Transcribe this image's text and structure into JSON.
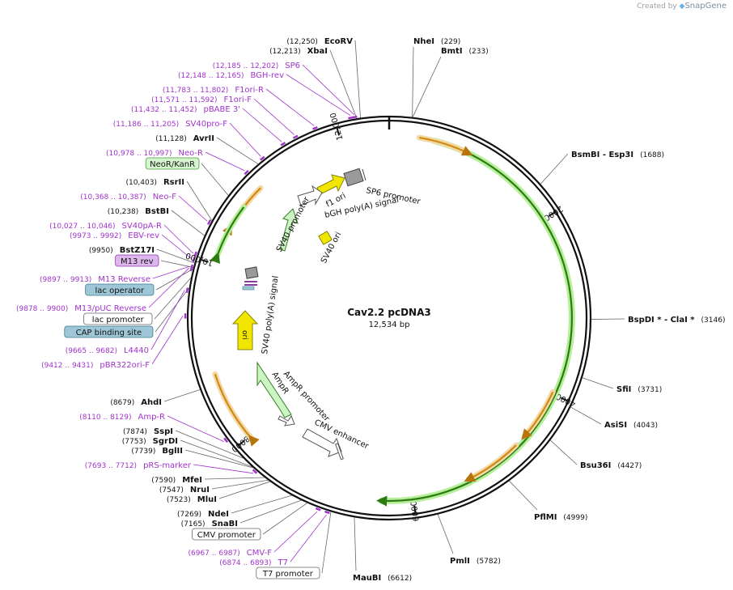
{
  "credit": {
    "prefix": "Created by",
    "brand": "SnapGene"
  },
  "plasmid": {
    "name": "Cav2.2 pcDNA3",
    "length_label": "12,534 bp",
    "total_bp": 12534
  },
  "colors": {
    "site": "#111111",
    "primer": "#a033cc",
    "feature_line": "#666666",
    "backbone": "#111111",
    "green_cds": "#2d7a12",
    "green_halo": "#b6ef9a",
    "orange_arrow": "#d18a10",
    "orange_halo": "#f4d9a8",
    "promoter_fill": "#ffffff",
    "yellow": "#f0e600",
    "light_green": "#ccf5c4",
    "grey_box": "#9a9a9a"
  },
  "ticks": [
    {
      "bp": 2000,
      "label": "2000"
    },
    {
      "bp": 4000,
      "label": "4000"
    },
    {
      "bp": 6000,
      "label": "6000"
    },
    {
      "bp": 8000,
      "label": "8000"
    },
    {
      "bp": 10000,
      "label": "10,000"
    },
    {
      "bp": 12000,
      "label": "12,000"
    }
  ],
  "right_sites": [
    {
      "pos": "(229)",
      "name": "NheI"
    },
    {
      "pos": "(233)",
      "name": "BmtI"
    },
    {
      "pos": "(1688)",
      "name": "BsmBI  - Esp3I"
    },
    {
      "pos": "(3146)",
      "name": "BspDI * - ClaI *"
    },
    {
      "pos": "(3731)",
      "name": "SfiI"
    },
    {
      "pos": "(4043)",
      "name": "AsiSI"
    },
    {
      "pos": "(4427)",
      "name": "Bsu36I"
    },
    {
      "pos": "(4999)",
      "name": "PflMI"
    },
    {
      "pos": "(5782)",
      "name": "PmlI"
    },
    {
      "pos": "(6612)",
      "name": "MauBI"
    }
  ],
  "left_labels": [
    {
      "kind": "site",
      "pos": "(12,250)",
      "name": "EcoRV"
    },
    {
      "kind": "site",
      "pos": "(12,213)",
      "name": "XbaI"
    },
    {
      "kind": "primer",
      "pos": "(12,185 .. 12,202)",
      "name": "SP6"
    },
    {
      "kind": "primer",
      "pos": "(12,148 .. 12,165)",
      "name": "BGH-rev"
    },
    {
      "kind": "primer",
      "pos": "(11,783 .. 11,802)",
      "name": "F1ori-R"
    },
    {
      "kind": "primer",
      "pos": "(11,571 .. 11,592)",
      "name": "F1ori-F"
    },
    {
      "kind": "primer",
      "pos": "(11,432 .. 11,452)",
      "name": "pBABE 3'"
    },
    {
      "kind": "primer",
      "pos": "(11,186 .. 11,205)",
      "name": "SV40pro-F"
    },
    {
      "kind": "site",
      "pos": "(11,128)",
      "name": "AvrII"
    },
    {
      "kind": "primer",
      "pos": "(10,978 .. 10,997)",
      "name": "Neo-R"
    },
    {
      "kind": "box",
      "name": "NeoR/KanR",
      "fill": "#d5f5cf",
      "stroke": "#4a9a3a"
    },
    {
      "kind": "site",
      "pos": "(10,403)",
      "name": "RsrII"
    },
    {
      "kind": "primer",
      "pos": "(10,368 .. 10,387)",
      "name": "Neo-F"
    },
    {
      "kind": "site",
      "pos": "(10,238)",
      "name": "BstBI"
    },
    {
      "kind": "primer",
      "pos": "(10,027 .. 10,046)",
      "name": "SV40pA-R"
    },
    {
      "kind": "primer",
      "pos": "(9973 .. 9992)",
      "name": "EBV-rev"
    },
    {
      "kind": "site",
      "pos": "(9950)",
      "name": "BstZ17I"
    },
    {
      "kind": "box",
      "name": "M13 rev",
      "fill": "#dcb6ec",
      "stroke": "#8a3aa8"
    },
    {
      "kind": "primer",
      "pos": "(9897 .. 9913)",
      "name": "M13 Reverse"
    },
    {
      "kind": "box",
      "name": "lac operator",
      "fill": "#9dc6d6",
      "stroke": "#3e7a8e"
    },
    {
      "kind": "primer",
      "pos": "(9878 .. 9900)",
      "name": "M13/pUC Reverse"
    },
    {
      "kind": "box",
      "name": "lac promoter",
      "fill": "#ffffff",
      "stroke": "#666666"
    },
    {
      "kind": "box",
      "name": "CAP binding site",
      "fill": "#9dc6d6",
      "stroke": "#3e7a8e"
    },
    {
      "kind": "primer",
      "pos": "(9665 .. 9682)",
      "name": "L4440"
    },
    {
      "kind": "primer",
      "pos": "(9412 .. 9431)",
      "name": "pBR322ori-F"
    },
    {
      "kind": "site",
      "pos": "(8679)",
      "name": "AhdI"
    },
    {
      "kind": "primer",
      "pos": "(8110 .. 8129)",
      "name": "Amp-R"
    },
    {
      "kind": "site",
      "pos": "(7874)",
      "name": "SspI"
    },
    {
      "kind": "site",
      "pos": "(7753)",
      "name": "SgrDI"
    },
    {
      "kind": "site",
      "pos": "(7739)",
      "name": "BglII"
    },
    {
      "kind": "primer",
      "pos": "(7693 .. 7712)",
      "name": "pRS-marker"
    },
    {
      "kind": "site",
      "pos": "(7590)",
      "name": "MfeI"
    },
    {
      "kind": "site",
      "pos": "(7547)",
      "name": "NruI"
    },
    {
      "kind": "site",
      "pos": "(7523)",
      "name": "MluI"
    },
    {
      "kind": "site",
      "pos": "(7269)",
      "name": "NdeI"
    },
    {
      "kind": "site",
      "pos": "(7165)",
      "name": "SnaBI"
    },
    {
      "kind": "box",
      "name": "CMV promoter",
      "fill": "#ffffff",
      "stroke": "#666666"
    },
    {
      "kind": "primer",
      "pos": "(6967 .. 6987)",
      "name": "CMV-F"
    },
    {
      "kind": "primer",
      "pos": "(6874 .. 6893)",
      "name": "T7"
    },
    {
      "kind": "box",
      "name": "T7 promoter",
      "fill": "#ffffff",
      "stroke": "#666666"
    }
  ],
  "inner_labels": {
    "sp6_promoter": "SP6 promoter",
    "f1_ori": "f1 ori",
    "bgh_polya": "bGH poly(A) signal",
    "sv40_promoter": "SV40 promoter",
    "sv40_ori": "SV40 ori",
    "sv40_polya": "SV40 poly(A) signal",
    "ori": "ori",
    "ampr_promoter": "AmpR promoter",
    "ampr": "AmpR",
    "cmv_enhancer": "CMV enhancer"
  }
}
